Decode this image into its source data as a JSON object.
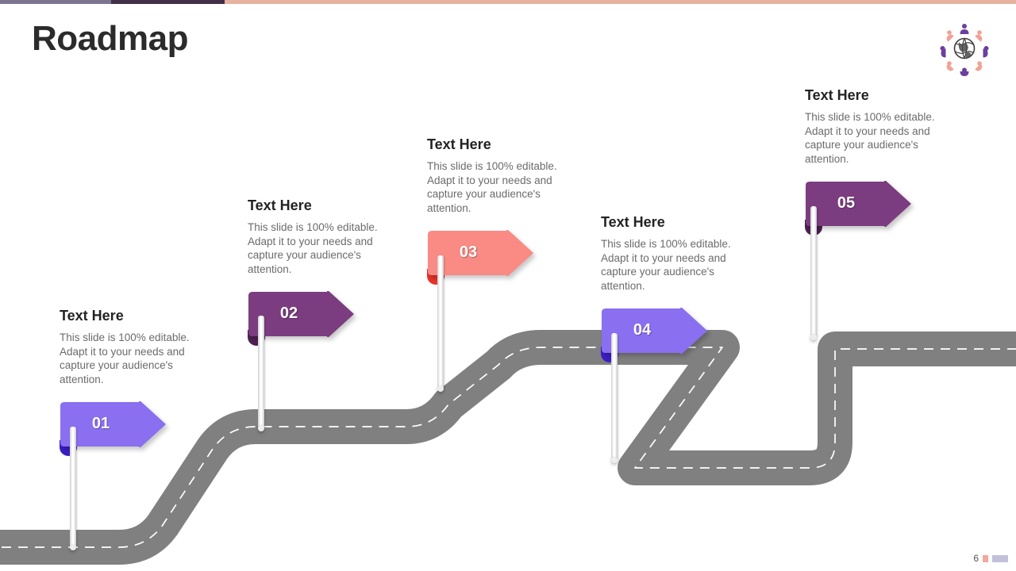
{
  "slide": {
    "title": "Roadmap",
    "page_number": "6"
  },
  "topbar": {
    "colors": [
      "#7d7490",
      "#432f47",
      "#e8b2a0"
    ]
  },
  "logo": {
    "name": "globe-people-logo",
    "globe_color": "#3d3d3d",
    "person_colors": [
      "#6b3f9e",
      "#f2a196"
    ]
  },
  "body_text": "This slide is 100% editable. Adapt it to your needs and capture your audience's attention.",
  "milestones": [
    {
      "number": "01",
      "heading": "Text Here",
      "body": "This slide is 100% editable. Adapt it to your needs and capture your audience's attention.",
      "color": "#8a6ff0",
      "fold_color": "#3c1fc4"
    },
    {
      "number": "02",
      "heading": "Text Here",
      "body": "This slide is 100% editable. Adapt it to your needs and capture your audience's attention.",
      "color": "#7b3d7f",
      "fold_color": "#4e2152"
    },
    {
      "number": "03",
      "heading": "Text Here",
      "body": "This slide is 100% editable. Adapt it to your needs and capture your audience's attention.",
      "color": "#f98a84",
      "fold_color": "#e8332c"
    },
    {
      "number": "04",
      "heading": "Text Here",
      "body": "This slide is 100% editable. Adapt it to your needs and capture your audience's attention.",
      "color": "#8a6ff0",
      "fold_color": "#3c1fc4"
    },
    {
      "number": "05",
      "heading": "Text Here",
      "body": "This slide is 100% editable. Adapt it to your needs and capture your audience's attention.",
      "color": "#7b3d7f",
      "fold_color": "#4e2152"
    }
  ],
  "road": {
    "color": "#808080",
    "centerline_color": "#ffffff",
    "centerline_style": "dashed"
  }
}
